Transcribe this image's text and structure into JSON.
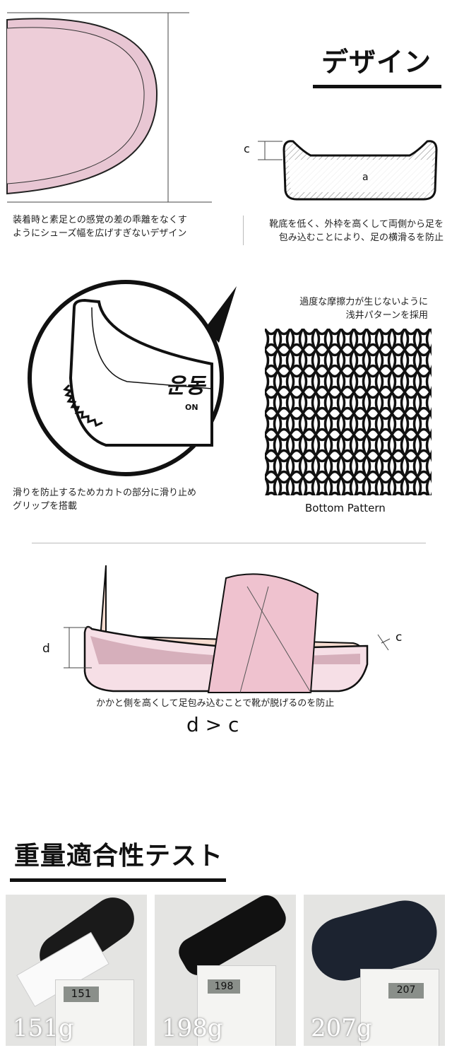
{
  "design": {
    "title": "デザイン",
    "label_c": "c",
    "label_a": "a",
    "caption_left": [
      "装着時と素足との感覚の差の乖離をなくす",
      "ようにシューズ幅を広げすぎないデザイン"
    ],
    "caption_right": [
      "靴底を低く、外枠を高くして両側から足を",
      "包み込むことにより、足の横滑るを防止"
    ],
    "grip_caption": [
      "滑りを防止するためカカトの部分に滑り止め",
      "グリップを搭載"
    ],
    "brand_text": "운동",
    "brand_sub": "ON",
    "pattern_caption": [
      "過度な摩擦力が生じないように",
      "浅井パターンを採用"
    ],
    "pattern_label": "Bottom Pattern",
    "side_label_d": "d",
    "side_label_c": "c",
    "side_caption": "かかと側を高くして足包み込むことで靴が脱げるのを防止",
    "formula": "d > c"
  },
  "weight_test": {
    "title": "重量適合性テスト",
    "items": [
      {
        "weight": "151g",
        "display": "151"
      },
      {
        "weight": "198g",
        "display": "198"
      },
      {
        "weight": "207g",
        "display": "207"
      }
    ]
  },
  "colors": {
    "pink": "#e8c6d3",
    "pink_light": "#f6dfe6",
    "skin": "#f6dcd0"
  }
}
